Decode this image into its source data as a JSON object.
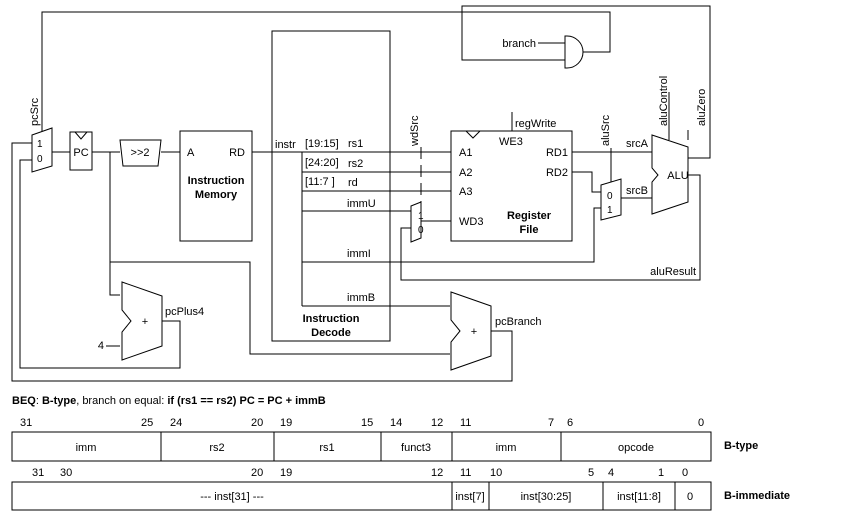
{
  "blocks": {
    "pc": "PC",
    "shift": ">>2",
    "imem_title": [
      "Instruction",
      "Memory"
    ],
    "imem_a": "A",
    "imem_rd": "RD",
    "decode_title": [
      "Instruction",
      "Decode"
    ],
    "regfile_title": [
      "Register",
      "File"
    ],
    "regfile_a1": "A1",
    "regfile_a2": "A2",
    "regfile_a3": "A3",
    "regfile_wd3": "WD3",
    "regfile_we3": "WE3",
    "regfile_rd1": "RD1",
    "regfile_rd2": "RD2",
    "alu": "ALU",
    "adder_sign": "+",
    "mux_pc": [
      "1",
      "0"
    ],
    "mux_wd": [
      "1",
      "0"
    ],
    "mux_alu": [
      "0",
      "1"
    ]
  },
  "signals": {
    "pcSrc": "pcSrc",
    "wdSrc": "wdSrc",
    "aluSrc": "aluSrc",
    "aluControl": "aluControl",
    "aluZero": "aluZero",
    "regWrite": "regWrite",
    "branch": "branch",
    "instr": "instr",
    "field_rs1": "[19:15]",
    "field_rs2": "[24:20]",
    "field_rd": "[11:7 ]",
    "rs1": "rs1",
    "rs2": "rs2",
    "rd": "rd",
    "immU": "immU",
    "immI": "immI",
    "immB": "immB",
    "srcA": "srcA",
    "srcB": "srcB",
    "aluResult": "aluResult",
    "pcPlus4": "pcPlus4",
    "pcBranch": "pcBranch",
    "four": "4"
  },
  "description": {
    "name": "BEQ",
    "sep1": ": ",
    "type": "B-type",
    "middle": ", branch on equal: ",
    "condition": "if (rs1 == rs2) PC =  PC + immB"
  },
  "format_btype": {
    "label": "B-type",
    "bits": [
      "31",
      "25",
      "24",
      "20",
      "19",
      "15",
      "14",
      "12",
      "11",
      "7",
      "6",
      "0"
    ],
    "fields": [
      "imm",
      "rs2",
      "rs1",
      "funct3",
      "imm",
      "opcode"
    ]
  },
  "format_bimm": {
    "label": "B-immediate",
    "bits": [
      "31",
      "30",
      "20",
      "19",
      "12",
      "11",
      "10",
      "5",
      "4",
      "1",
      "0"
    ],
    "fields": [
      "--- inst[31] ---",
      "inst[7]",
      "inst[30:25]",
      "inst[11:8]",
      "0"
    ]
  }
}
